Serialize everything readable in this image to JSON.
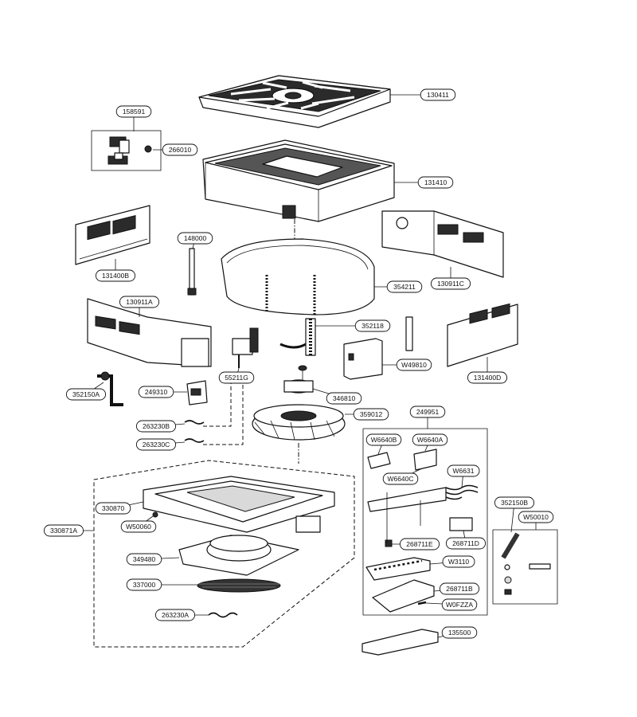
{
  "diagram": {
    "part_numbers": [
      {
        "key": "p130411",
        "label": "130411"
      },
      {
        "key": "p158591",
        "label": "158591"
      },
      {
        "key": "p266010",
        "label": "266010"
      },
      {
        "key": "p131410",
        "label": "131410"
      },
      {
        "key": "p148000",
        "label": "148000"
      },
      {
        "key": "p131400B",
        "label": "131400B"
      },
      {
        "key": "p130911C",
        "label": "130911C"
      },
      {
        "key": "p354211",
        "label": "354211"
      },
      {
        "key": "p130911A",
        "label": "130911A"
      },
      {
        "key": "p352118",
        "label": "352118"
      },
      {
        "key": "p55211G",
        "label": "55211G"
      },
      {
        "key": "pW49810",
        "label": "W49810"
      },
      {
        "key": "p131400D",
        "label": "131400D"
      },
      {
        "key": "p352150A",
        "label": "352150A"
      },
      {
        "key": "p249310",
        "label": "249310"
      },
      {
        "key": "p346810",
        "label": "346810"
      },
      {
        "key": "p263230B",
        "label": "263230B"
      },
      {
        "key": "p359012",
        "label": "359012"
      },
      {
        "key": "p249951",
        "label": "249951"
      },
      {
        "key": "p263230C",
        "label": "263230C"
      },
      {
        "key": "pW6640B",
        "label": "W6640B"
      },
      {
        "key": "pW6640A",
        "label": "W6640A"
      },
      {
        "key": "pW6640C",
        "label": "W6640C"
      },
      {
        "key": "pW6631",
        "label": "W6631"
      },
      {
        "key": "p352150B",
        "label": "352150B"
      },
      {
        "key": "p330870",
        "label": "330870"
      },
      {
        "key": "pW50010",
        "label": "W50010"
      },
      {
        "key": "p330871A",
        "label": "330871A"
      },
      {
        "key": "pW50060",
        "label": "W50060"
      },
      {
        "key": "p268711E",
        "label": "268711E"
      },
      {
        "key": "p268711D",
        "label": "268711D"
      },
      {
        "key": "p349480",
        "label": "349480"
      },
      {
        "key": "pW3110",
        "label": "W3110"
      },
      {
        "key": "p337000",
        "label": "337000"
      },
      {
        "key": "p268711B",
        "label": "268711B"
      },
      {
        "key": "pW0FZZA",
        "label": "W0FZZA"
      },
      {
        "key": "p263230A",
        "label": "263230A"
      },
      {
        "key": "p135500",
        "label": "135500"
      }
    ]
  }
}
